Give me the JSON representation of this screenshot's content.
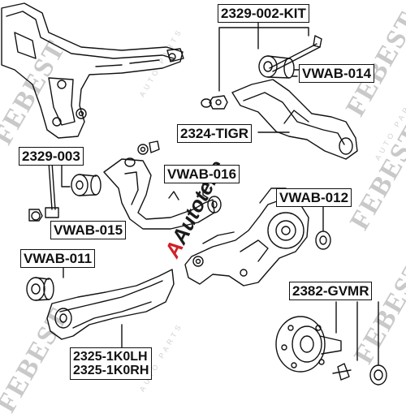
{
  "labels": {
    "l_2329_002_kit": "2329-002-KIT",
    "l_vwab_014": "VWAB-014",
    "l_2324_tigr": "2324-TIGR",
    "l_2329_003": "2329-003",
    "l_vwab_016": "VWAB-016",
    "l_vwab_012": "VWAB-012",
    "l_vwab_015": "VWAB-015",
    "l_vwab_011": "VWAB-011",
    "l_2382_gvmr": "2382-GVMR",
    "l_2325_1k0lh": "2325-1K0LH",
    "l_2325_1k0rh": "2325-1K0RH"
  },
  "watermark": {
    "brand": "FEBEST",
    "sub": "AUTO PARTS"
  },
  "logo": {
    "text": "Autoteile"
  },
  "colors": {
    "line": "#111111",
    "watermark": "#c9c9c9",
    "logo_accent": "#d0202a"
  }
}
